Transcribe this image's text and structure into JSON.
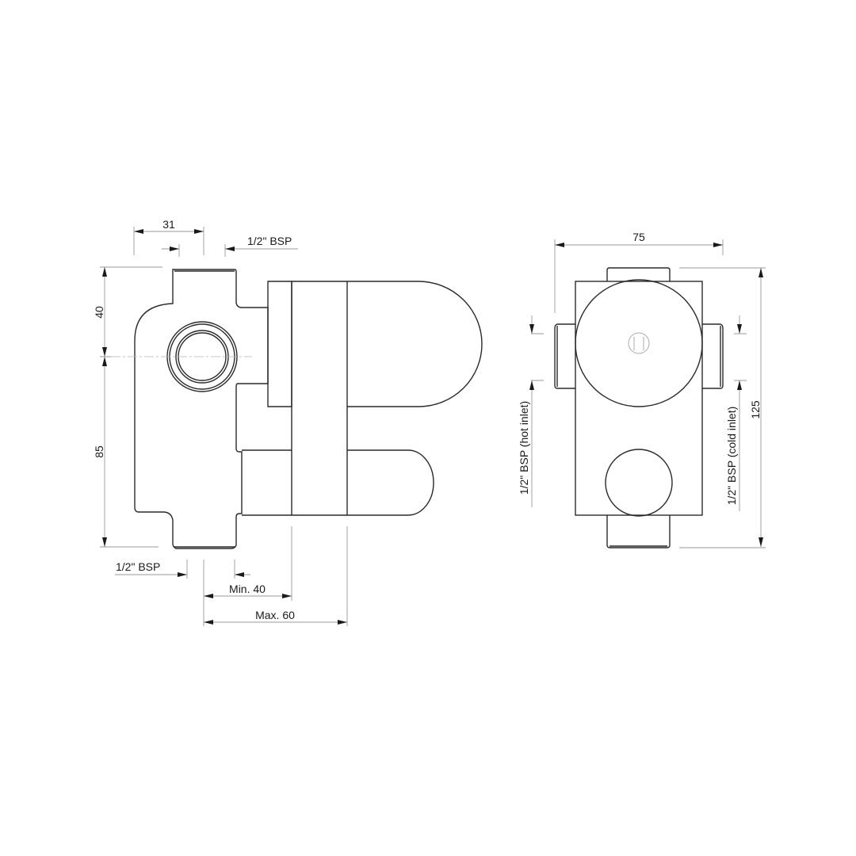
{
  "side_view": {
    "dim_top_width": "31",
    "dim_top_port": "1/2\" BSP",
    "dim_upper_height": "40",
    "dim_lower_height": "85",
    "dim_bottom_port": "1/2\" BSP",
    "dim_min_depth": "Min. 40",
    "dim_max_depth": "Max. 60"
  },
  "front_view": {
    "dim_width": "75",
    "dim_height": "125",
    "hot_inlet_label": "1/2\" BSP (hot inlet)",
    "cold_inlet_label": "1/2\" BSP (cold inlet)"
  }
}
